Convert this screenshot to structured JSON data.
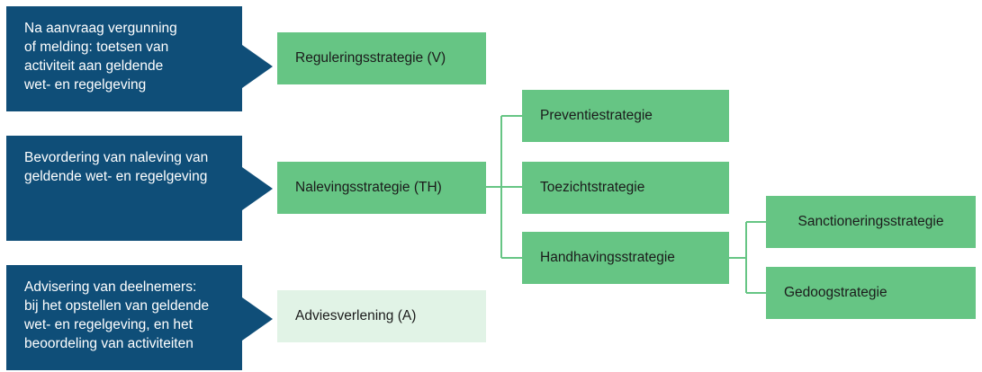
{
  "callouts": [
    {
      "text": "Na aanvraag vergunning\nof melding: toetsen van\nactiviteit aan geldende\nwet- en regelgeving"
    },
    {
      "text": "Bevordering van naleving van\ngeldende wet- en regelgeving"
    },
    {
      "text": "Advisering van deelnemers:\nbij het opstellen van geldende\nwet- en regelgeving, en het\nbeoordeling van activiteiten"
    }
  ],
  "strategies": {
    "regulering": "Reguleringsstrategie (V)",
    "naleving": "Nalevingsstrategie (TH)",
    "advies": "Adviesverlening (A)",
    "preventie": "Preventiestrategie",
    "toezicht": "Toezichtstrategie",
    "handhaving": "Handhavingsstrategie",
    "sanctionering": "Sanctioneringsstrategie",
    "gedoog": "Gedoogstrategie"
  },
  "colors": {
    "callout": "#0f4e78",
    "box": "#66c584",
    "box_light": "#e1f3e6",
    "connector": "#66c584"
  }
}
